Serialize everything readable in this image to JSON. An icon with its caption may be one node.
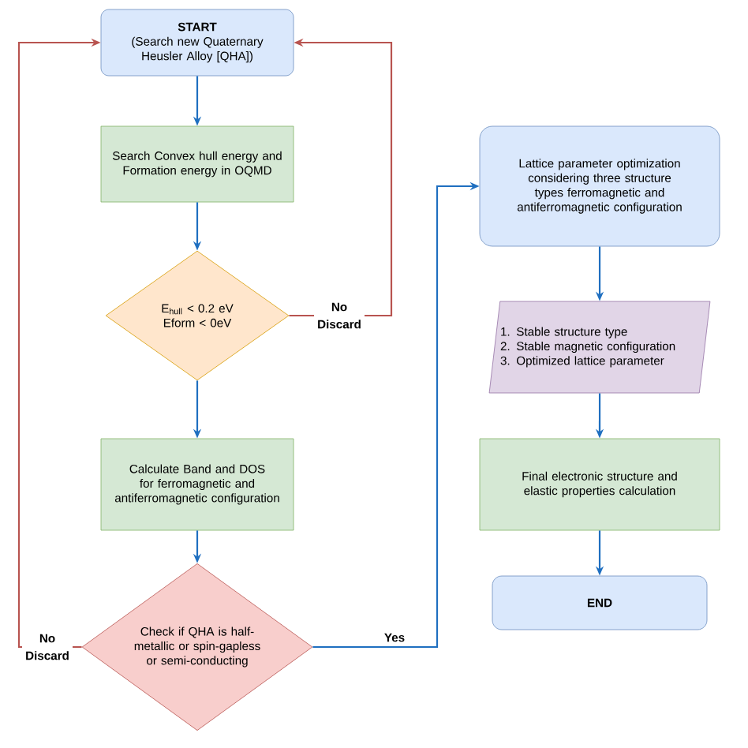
{
  "diagram": {
    "nodes": [
      {
        "text": [
          "START",
          "(Search new Quaternary Heusler Alloy [QHA])"
        ]
      },
      {
        "text": [
          "Search Convex hull energy and Formation energy in OQMD"
        ]
      },
      {
        "text": [
          "E$_{hull}$ < 0.2 eV",
          "Eform < 0eV"
        ]
      },
      {
        "text": [
          "Calculate Band and DOS for ferromagnetic and antiferromagnetic configuration"
        ]
      },
      {
        "text": [
          "Check if QHA is half-metallic or spin-gapless or semi-conducting"
        ]
      },
      {
        "text": [
          "Lattice parameter optimization considering three structure types ferromagnetic and antiferromagnetic configuration"
        ]
      },
      {
        "text": [
          "1. Stable structure type",
          "2. Stable magnetic configuration",
          "3. Optimized lattice parameter"
        ]
      },
      {
        "text": [
          "Final electronic structure and elastic properties calculation"
        ]
      },
      {
        "text": [
          "END"
        ]
      }
    ],
    "edges": [
      {
        "from": 0,
        "to": 1,
        "arrow": "to"
      },
      {
        "from": 1,
        "to": 2,
        "arrow": "to"
      },
      {
        "from": 2,
        "to": 3,
        "arrow": "to"
      },
      {
        "from": 2,
        "to": 0,
        "arrow": "to",
        "label": "No Discard",
        "color": "#b85450"
      },
      {
        "from": 3,
        "to": 4,
        "arrow": "to"
      },
      {
        "from": 4,
        "to": 0,
        "arrow": "to",
        "label": "No Discard",
        "color": "#b85450"
      },
      {
        "from": 4,
        "to": 5,
        "arrow": "to",
        "label": "Yes"
      },
      {
        "from": 5,
        "to": 6,
        "arrow": "to"
      },
      {
        "from": 6,
        "to": 7,
        "arrow": "to"
      },
      {
        "from": 7,
        "to": 8,
        "arrow": "to"
      }
    ]
  }
}
